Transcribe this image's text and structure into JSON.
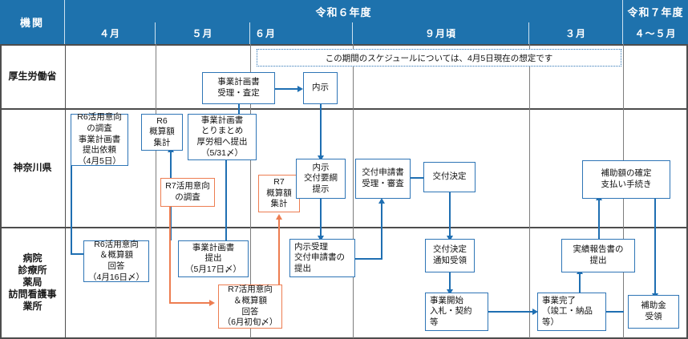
{
  "header": {
    "org_label": "機関",
    "year_groups": [
      {
        "label": "令和６年度"
      },
      {
        "label": "令和７年度"
      }
    ],
    "months": [
      {
        "label": "４月"
      },
      {
        "label": "５月"
      },
      {
        "label": "６月"
      },
      {
        "label": "９月頃"
      },
      {
        "label": "３月"
      },
      {
        "label": "４〜５月"
      }
    ]
  },
  "note": {
    "text": "この期間のスケジュールについては、4月5日現在の想定です"
  },
  "rows": [
    {
      "label": "厚生労働省"
    },
    {
      "label": "神奈川県"
    },
    {
      "label": "病院\n診療所\n薬局\n訪問看護事\n業所"
    }
  ],
  "row_labels": {
    "mhlw": "厚生労働省",
    "pref": "神奈川県",
    "provider_line1": "病院",
    "provider_line2": "診療所",
    "provider_line3": "薬局",
    "provider_line4": "訪問看護事",
    "provider_line5": "業所"
  },
  "boxes": {
    "mhlw_receive": "事業計画書\n受理・査定",
    "mhlw_naiji": "内示",
    "pref_r6_survey": "R6活用意向\nの調査\n事業計画書\n提出依頼\n（4月5日）",
    "pref_r6_total": "R6\n概算額\n集計",
    "pref_plan_submit": "事業計画書\nとりまとめ\n厚労相へ提出\n（5/31〆）",
    "pref_r7_survey": "R7活用意向\nの調査",
    "pref_r7_total": "R7\n概算額\n集計",
    "pref_naiji_kofu": "内示\n交付要綱\n提示",
    "pref_kofu_review": "交付申請書\n受理・審査",
    "pref_kofu_decision": "交付決定",
    "pref_amount_fix": "補助額の確定\n支払い手続き",
    "prov_r6_reply": "R6活用意向\n＆概算額\n回答\n（4月16日〆）",
    "prov_plan_submit": "事業計画書\n提出\n（5月17日〆）",
    "prov_r7_reply": "R7活用意向\n＆概算額\n回答\n（6月初旬〆）",
    "prov_naiji_receive": "内示受理\n交付申請書の\n提出",
    "prov_kofu_notice": "交付決定\n通知受領",
    "prov_start": "事業開始\n入札・契約\n等",
    "prov_complete": "事業完了\n（竣工・納品\n等）",
    "prov_report": "実績報告書の\n提出",
    "prov_subsidy": "補助金\n受領"
  },
  "colors": {
    "header_blue": "#1e72ad",
    "box_blue": "#2e75b6",
    "connector_blue": "#1f6fb2",
    "accent_orange": "#ed7d51",
    "grid_dark": "#4d4d4d",
    "grid_light": "#7d7d7d"
  }
}
